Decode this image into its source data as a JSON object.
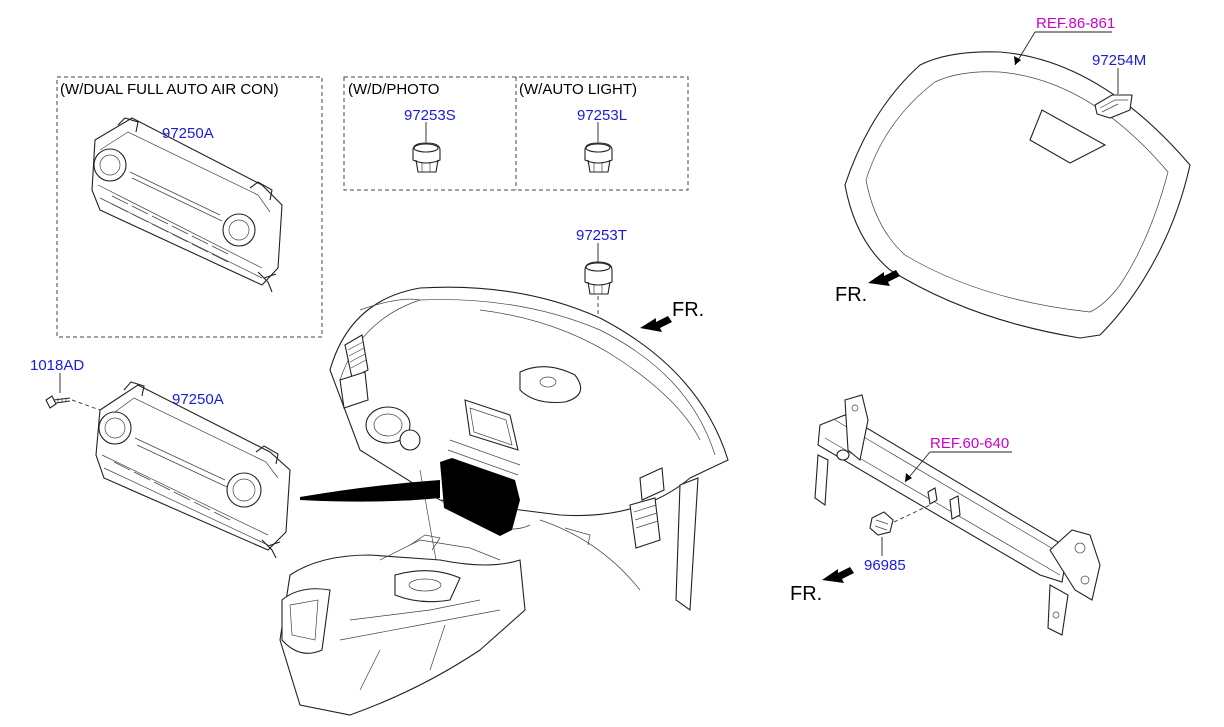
{
  "colors": {
    "part_number": "#1a1adc",
    "reference": "#cc00cc",
    "line": "#222222"
  },
  "groups": {
    "dual_full_auto": "(W/DUAL FULL AUTO AIR CON)",
    "d_photo": "(W/D/PHOTO",
    "auto_light": "(W/AUTO LIGHT)"
  },
  "parts": {
    "climate_control_boxed": "97250A",
    "climate_control_main": "97250A",
    "screw": "1018AD",
    "photo_sensor": "97253S",
    "auto_light_sensor": "97253L",
    "sensor_dash": "97253T",
    "rain_sensor": "97254M",
    "crash_pad_sensor": "96985"
  },
  "references": {
    "windshield": "REF.86-861",
    "cowl_bar": "REF.60-640"
  },
  "front_indicators": {
    "dash": "FR.",
    "windshield": "FR.",
    "cowl": "FR."
  }
}
